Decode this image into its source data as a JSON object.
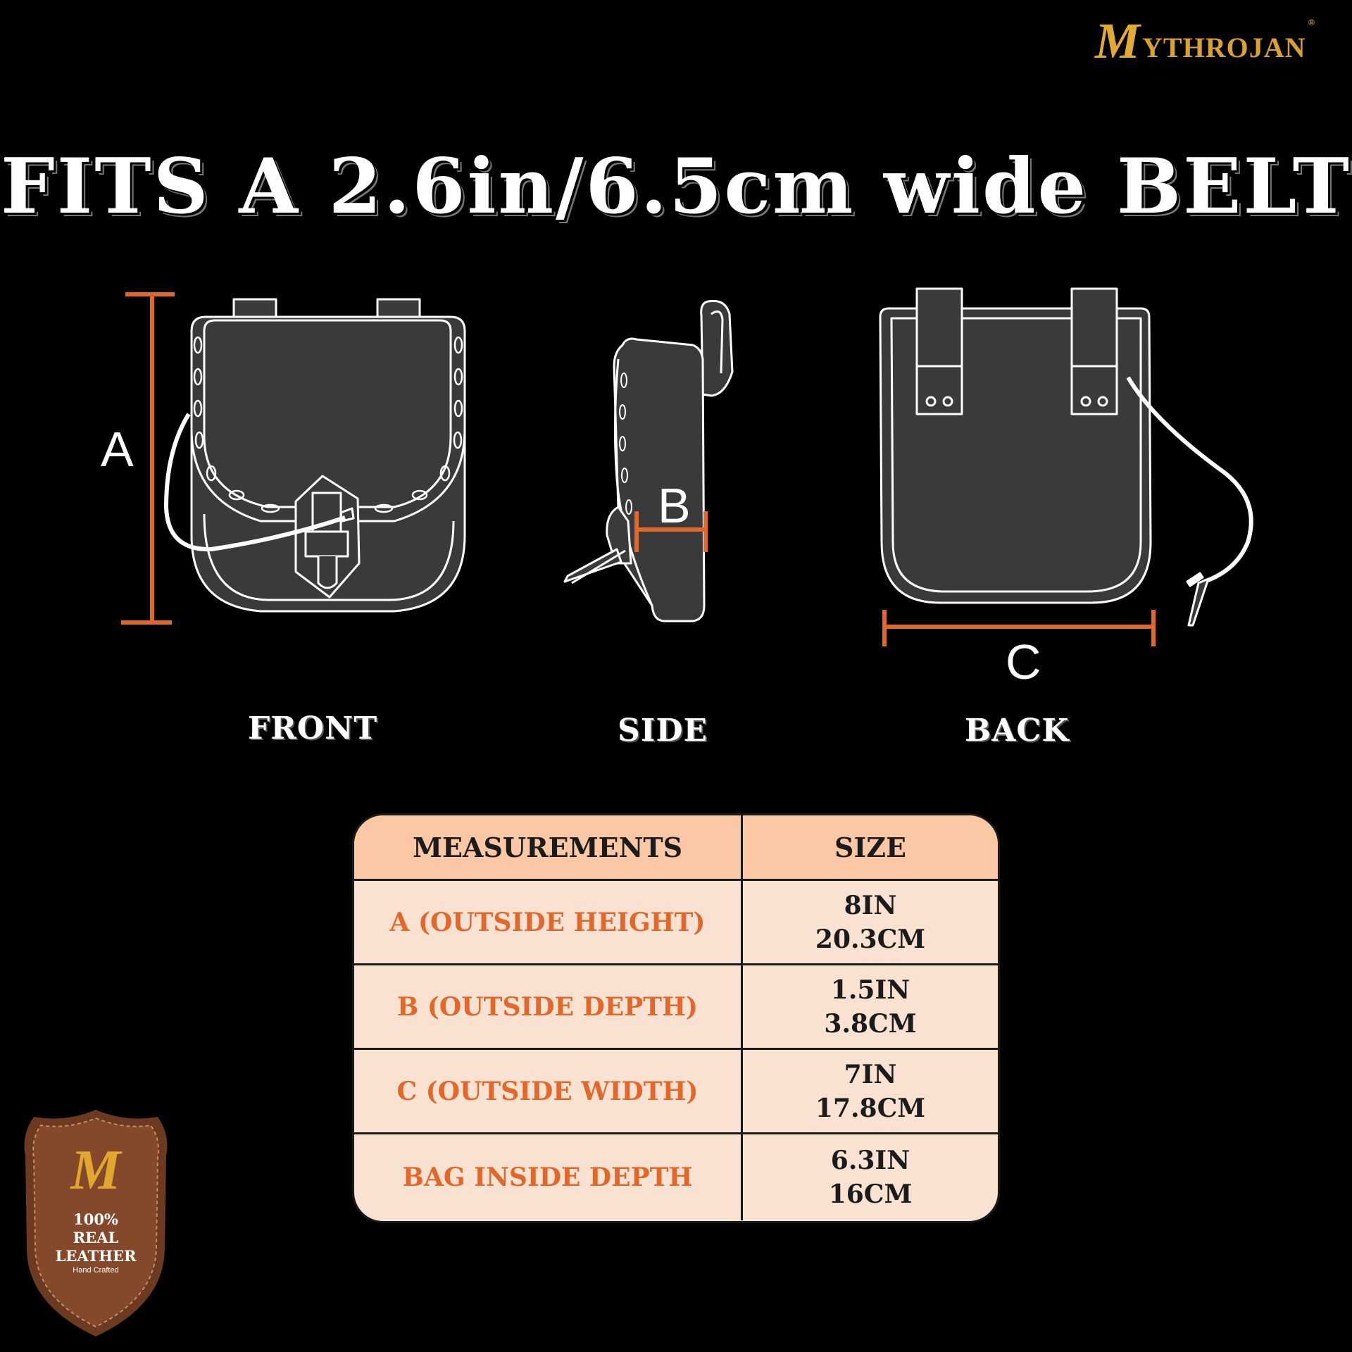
{
  "brand": {
    "initial": "M",
    "rest": "YTHROJAN",
    "registered": "®"
  },
  "headline": "FITS A 2.6in/6.5cm wide BELT",
  "views": {
    "front": "FRONT",
    "side": "SIDE",
    "back": "BACK"
  },
  "dimensions": {
    "a": "A",
    "b": "B",
    "c": "C"
  },
  "table": {
    "headers": [
      "MEASUREMENTS",
      "SIZE"
    ],
    "rows": [
      {
        "measurement": "A (OUTSIDE HEIGHT)",
        "size_in": "8IN",
        "size_cm": "20.3CM"
      },
      {
        "measurement": "B (OUTSIDE DEPTH)",
        "size_in": "1.5IN",
        "size_cm": "3.8CM"
      },
      {
        "measurement": "C (OUTSIDE WIDTH)",
        "size_in": "7IN",
        "size_cm": "17.8CM"
      },
      {
        "measurement": "BAG INSIDE DEPTH",
        "size_in": "6.3IN",
        "size_cm": "16CM"
      }
    ]
  },
  "badge": {
    "monogram": "M",
    "line1": "100%",
    "line2": "REAL",
    "line3": "LEATHER",
    "line4": "Hand Crafted"
  },
  "colors": {
    "background": "#000000",
    "dimension_line": "#e2672b",
    "bag_fill": "#3a3a3a",
    "table_header": "#fbc8a5",
    "table_body": "#f9e2d1",
    "logo_gold": "#d9a22e",
    "badge_leather": "#7a4224"
  }
}
